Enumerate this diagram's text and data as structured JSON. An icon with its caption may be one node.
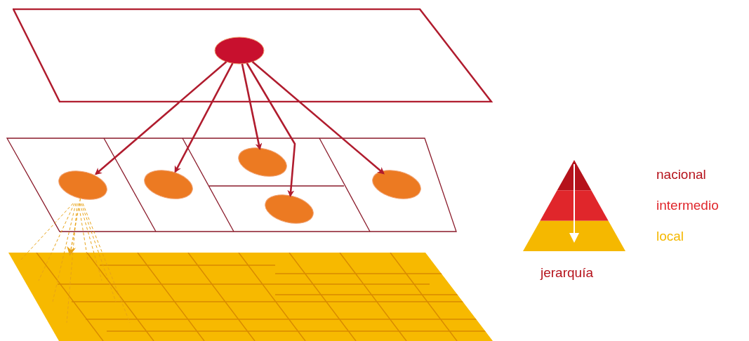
{
  "diagram": {
    "nodes": [
      {
        "text": [],
        "shape": "box"
      },
      {
        "text": [],
        "shape": "circle",
        "in": 0
      },
      {
        "text": [],
        "shape": "box"
      },
      {
        "text": [],
        "shape": "circle",
        "in": 2
      },
      {
        "text": [],
        "shape": "circle",
        "in": 2
      },
      {
        "text": [],
        "shape": "circle",
        "in": 2
      },
      {
        "text": [],
        "shape": "circle",
        "in": 2
      },
      {
        "text": [],
        "shape": "circle",
        "in": 2
      },
      {
        "text": [],
        "shape": "box"
      }
    ],
    "edges": [
      {
        "from": 1,
        "to": 3,
        "arrow": "to"
      },
      {
        "from": 1,
        "to": 4,
        "arrow": "to"
      },
      {
        "from": 1,
        "to": 5,
        "arrow": "to"
      },
      {
        "from": 1,
        "to": 6,
        "arrow": "to"
      },
      {
        "from": 1,
        "to": 7,
        "arrow": "to"
      },
      {
        "from": 3,
        "to": 8,
        "arrow": "to",
        "style": "dashed",
        "color": "#e8a317"
      }
    ],
    "labels": [
      "jerarquía"
    ],
    "legend": [
      {
        "text": "nacional",
        "color": "#b5121b"
      },
      {
        "text": "intermedio",
        "color": "#e0262b"
      },
      {
        "text": "local",
        "color": "#f5b800"
      }
    ]
  }
}
